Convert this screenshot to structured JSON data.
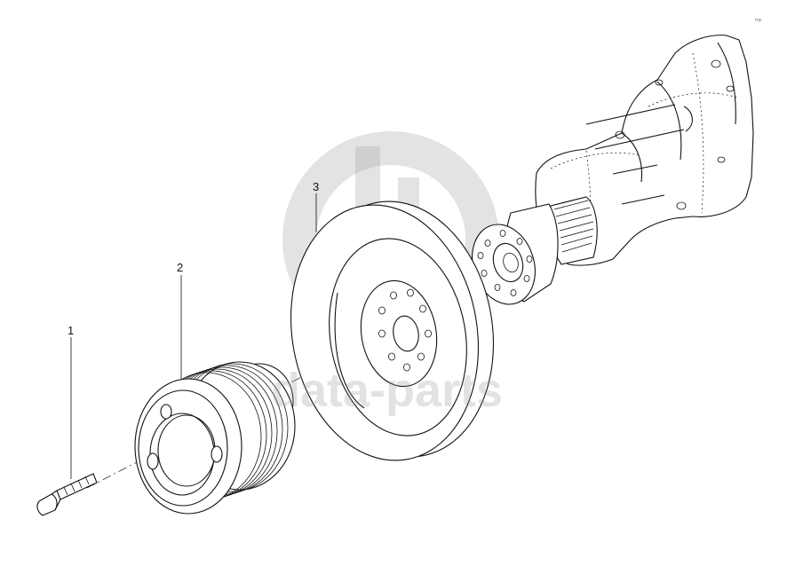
{
  "diagram": {
    "parts": [
      {
        "number": "1",
        "name": ""
      },
      {
        "number": "2",
        "name": ""
      },
      {
        "number": "3",
        "name": ""
      }
    ],
    "watermark": {
      "text": "data-parts",
      "logo": "gd-logo"
    },
    "corner_mark": "ₙₑ"
  }
}
